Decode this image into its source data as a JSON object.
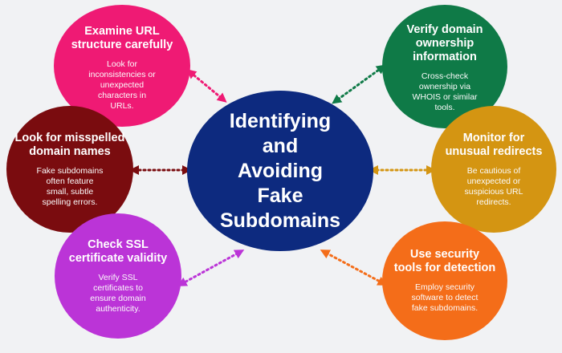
{
  "colors": {
    "center": "#0d2a7f",
    "examine": "#ef1a74",
    "misspelled": "#7a0c0f",
    "ssl": "#bb34d7",
    "verify": "#0f7a47",
    "redirects": "#d49512",
    "security": "#f46d19"
  },
  "center": {
    "title": "Identifying\nand\nAvoiding\nFake\nSubdomains"
  },
  "nodes": {
    "examine": {
      "title": "Examine URL\nstructure carefully",
      "desc": "Look for\ninconsistencies or\nunexpected\ncharacters in\nURLs."
    },
    "misspelled": {
      "title": "Look for misspelled\ndomain names",
      "desc": "Fake subdomains\noften feature\nsmall, subtle\nspelling errors."
    },
    "ssl": {
      "title": "Check SSL\ncertificate validity",
      "desc": "Verify SSL\ncertificates to\nensure domain\nauthenticity."
    },
    "verify": {
      "title": "Verify domain\nownership\ninformation",
      "desc": "Cross-check\nownership via\nWHOIS or similar\ntools."
    },
    "redirects": {
      "title": "Monitor for\nunusual redirects",
      "desc": "Be cautious of\nunexpected or\nsuspicious URL\nredirects."
    },
    "security": {
      "title": "Use security\ntools for detection",
      "desc": "Employ security\nsoftware to detect\nfake subdomains."
    }
  }
}
